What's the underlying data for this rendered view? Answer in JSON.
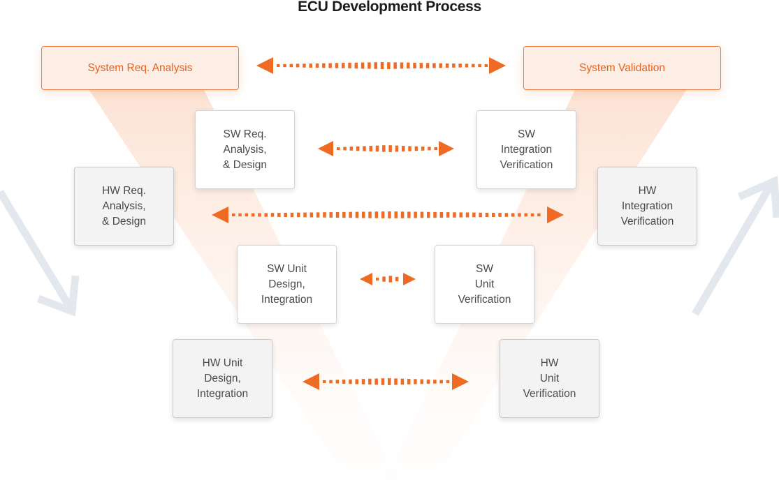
{
  "title": "ECU Development Process",
  "colors": {
    "accent": "#ef6a22",
    "box_border": "#d3d3d3",
    "grey_box": "#f3f3f3",
    "orange_box": "#fdeee5",
    "text": "#4a4a4a"
  },
  "boxes": {
    "system_req": {
      "lines": [
        "System Req. Analysis"
      ]
    },
    "system_validation": {
      "lines": [
        "System Validation"
      ]
    },
    "sw_req": {
      "lines": [
        "SW Req.",
        "Analysis,",
        "& Design"
      ]
    },
    "sw_integration": {
      "lines": [
        "SW",
        "Integration",
        "Verification"
      ]
    },
    "hw_req": {
      "lines": [
        "HW Req.",
        "Analysis,",
        "& Design"
      ]
    },
    "hw_integration": {
      "lines": [
        "HW",
        "Integration",
        "Verification"
      ]
    },
    "sw_unit_design": {
      "lines": [
        "SW Unit",
        "Design,",
        "Integration"
      ]
    },
    "sw_unit_verification": {
      "lines": [
        "SW",
        "Unit",
        "Verification"
      ]
    },
    "hw_unit_design": {
      "lines": [
        "HW Unit",
        "Design,",
        "Integration"
      ]
    },
    "hw_unit_verification": {
      "lines": [
        "HW",
        "Unit",
        "Verification"
      ]
    }
  },
  "icons": {
    "down_arrow": "down-right-arrow-icon",
    "up_arrow": "up-right-arrow-icon",
    "link": "bidirectional-dotted-arrow-icon"
  }
}
